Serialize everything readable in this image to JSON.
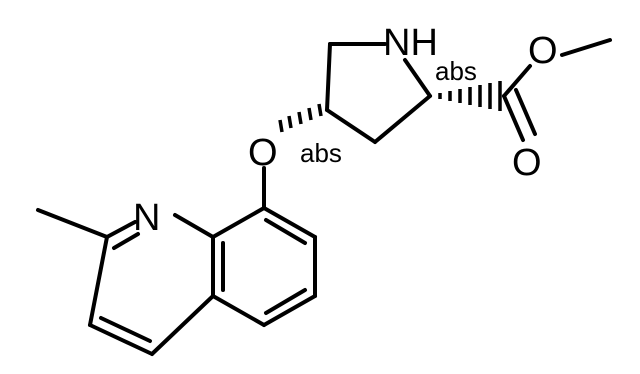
{
  "molecule": {
    "atoms": {
      "nh": "NH",
      "o_ester_single": "O",
      "o_ester_double": "O",
      "o_ether": "O",
      "n_ring": "N"
    },
    "stereo_labels": {
      "c2_flag": "abs",
      "c4_flag": "abs"
    }
  }
}
